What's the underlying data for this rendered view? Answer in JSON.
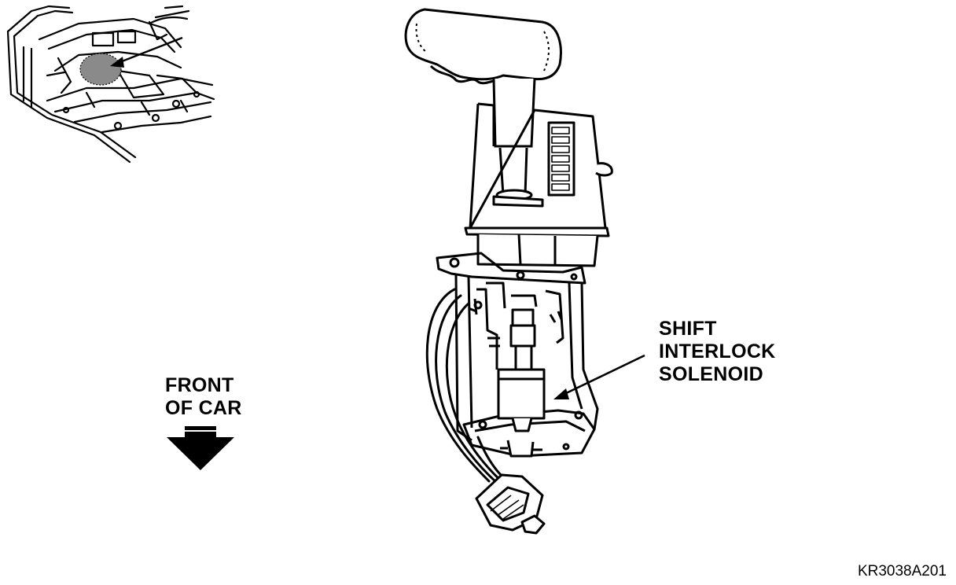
{
  "labels": {
    "solenoid": [
      "SHIFT",
      "INTERLOCK",
      "SOLENOID"
    ],
    "front_of_car": [
      "FRONT",
      "OF CAR"
    ],
    "figure_code": "KR3038A201"
  },
  "colors": {
    "ink": "#000000",
    "paper": "#ffffff",
    "shade": "#8a8a8a"
  }
}
